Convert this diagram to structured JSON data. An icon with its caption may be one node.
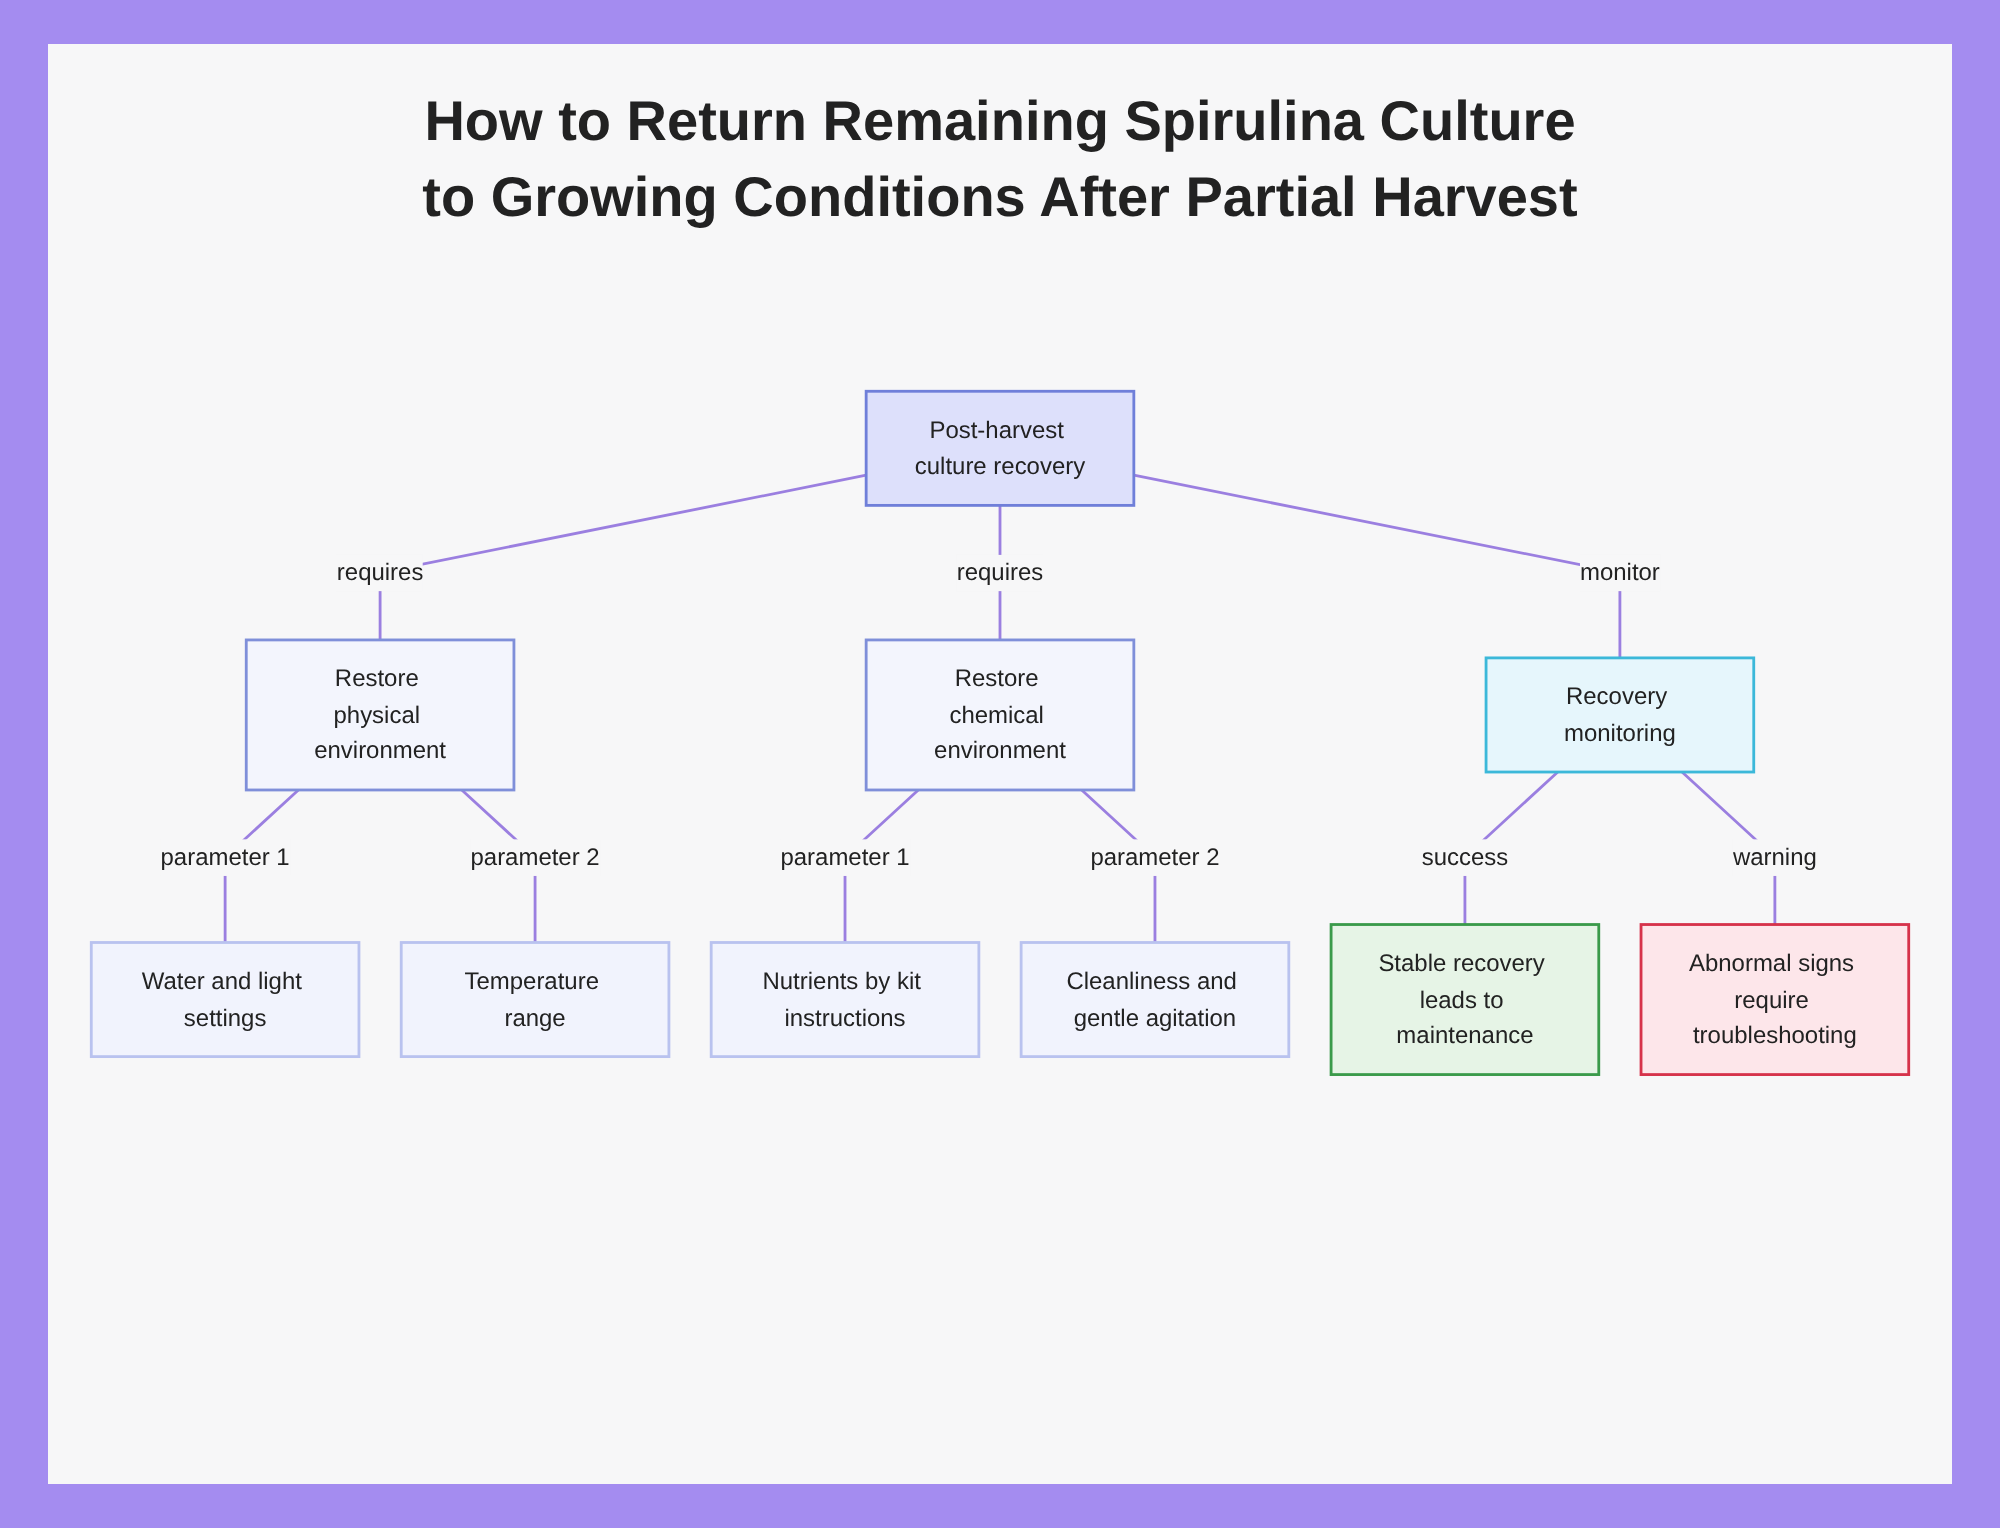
{
  "diagram": {
    "title": "How to Return Remaining Spirulina Culture to Growing Conditions After Partial Harvest",
    "nodes": [
      {
        "text": [
          "Post-harvest culture recovery"
        ]
      },
      {
        "text": [
          "Restore physical environment"
        ]
      },
      {
        "text": [
          "Restore chemical environment"
        ]
      },
      {
        "text": [
          "Recovery monitoring"
        ]
      },
      {
        "text": [
          "Water and light settings"
        ]
      },
      {
        "text": [
          "Temperature range"
        ]
      },
      {
        "text": [
          "Nutrients by kit instructions"
        ]
      },
      {
        "text": [
          "Cleanliness and gentle agitation"
        ]
      },
      {
        "text": [
          "Stable recovery leads to maintenance"
        ]
      },
      {
        "text": [
          "Abnormal signs require troubleshooting"
        ]
      }
    ],
    "edges": [
      {
        "from": 0,
        "to": 1,
        "arrow": "none",
        "label": "requires"
      },
      {
        "from": 0,
        "to": 2,
        "arrow": "none",
        "label": "requires"
      },
      {
        "from": 0,
        "to": 3,
        "arrow": "none",
        "label": "monitor"
      },
      {
        "from": 1,
        "to": 4,
        "arrow": "none",
        "label": "parameter 1"
      },
      {
        "from": 1,
        "to": 5,
        "arrow": "none",
        "label": "parameter 2"
      },
      {
        "from": 2,
        "to": 6,
        "arrow": "none",
        "label": "parameter 1"
      },
      {
        "from": 2,
        "to": 7,
        "arrow": "none",
        "label": "parameter 2"
      },
      {
        "from": 3,
        "to": 8,
        "arrow": "none",
        "label": "success"
      },
      {
        "from": 3,
        "to": 9,
        "arrow": "none",
        "label": "warning"
      }
    ]
  }
}
